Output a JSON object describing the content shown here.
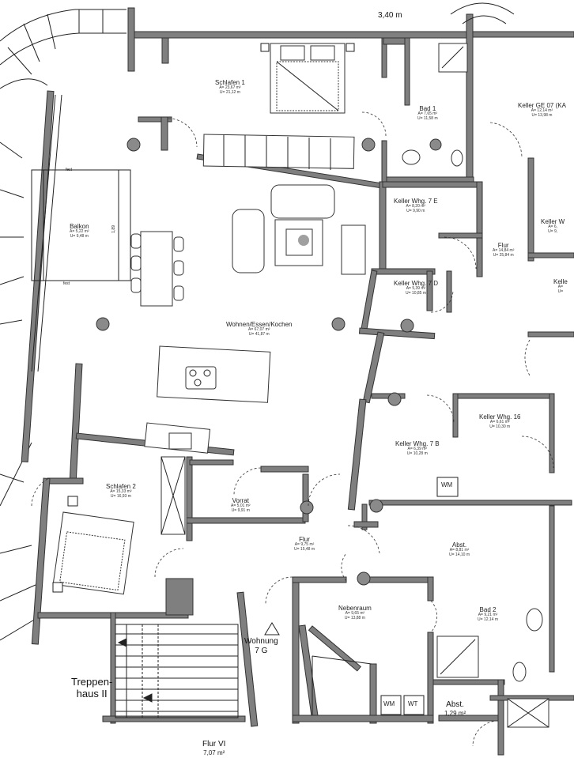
{
  "plan": {
    "rooms": {
      "schlafen1": {
        "name": "Schlafen 1",
        "area": "A= 23,67 m²",
        "perim": "U= 21,12 m"
      },
      "bad1": {
        "name": "Bad 1",
        "area": "A= 7,65 m²",
        "perim": "U= 11,58 m"
      },
      "keller_ge07": {
        "name": "Keller GE 07 (KA",
        "area": "A= 12,14 m²",
        "perim": "U= 13,98 m"
      },
      "balkon": {
        "name": "Balkon",
        "area": "A= 5,22 m²",
        "perim": "U= 9,48 m"
      },
      "keller7e": {
        "name": "Keller Whg. 7 E",
        "area": "A= 8,20 m²",
        "perim": "U= 9,90 m"
      },
      "flur_keller": {
        "name": "Flur",
        "area": "A= 14,84 m²",
        "perim": "U= 25,84 m"
      },
      "keller7d": {
        "name": "Keller Whg. 7 D",
        "area": "A= 5,39 m²",
        "perim": "U= 10,85 m"
      },
      "wohnen": {
        "name": "Wohnen/Essen/Kochen",
        "area": "A= 67,07 m²",
        "perim": "U= 41,87 m"
      },
      "keller16": {
        "name": "Keller Whg. 16",
        "area": "A= 6,61 m²",
        "perim": "U= 10,30 m"
      },
      "keller7b": {
        "name": "Keller Whg. 7 B",
        "area": "A= 6,39 m²",
        "perim": "U= 10,28 m"
      },
      "schlafen2": {
        "name": "Schlafen 2",
        "area": "A= 15,33 m²",
        "perim": "U= 16,93 m"
      },
      "vorrat": {
        "name": "Vorrat",
        "area": "A= 5,01 m²",
        "perim": "U= 9,91 m"
      },
      "abst": {
        "name": "Abst.",
        "area": "A= 8,81 m²",
        "perim": "U= 14,10 m"
      },
      "flur": {
        "name": "Flur",
        "area": "A= 9,75 m²",
        "perim": "U= 15,48 m"
      },
      "nebenraum": {
        "name": "Nebenraum",
        "area": "A= 9,65 m²",
        "perim": "U= 13,88 m"
      },
      "bad2": {
        "name": "Bad 2",
        "area": "A= 9,21 m²",
        "perim": "U= 12,14 m"
      },
      "keller_w1": {
        "name": "Keller W",
        "area": "A= 6,",
        "perim": "U= 9,"
      },
      "keller_w2": {
        "name": "Kelle",
        "area": "A=",
        "perim": "U="
      }
    },
    "top_dim": "3,40 m",
    "fest_top": "fest",
    "fest_bottom": "fest",
    "balkon_dim": "1,89",
    "wm1": "WM",
    "wm2": "WM",
    "wt": "WT",
    "wohnung": "Wohnung",
    "wohnung_num": "7 G",
    "treppenhaus1": "Treppen-",
    "treppenhaus2": "haus II",
    "abst_small_name": "Abst.",
    "abst_small_area": "1,29 m²",
    "flur_vi_name": "Flur VI",
    "flur_vi_area": "7,07 m²"
  }
}
